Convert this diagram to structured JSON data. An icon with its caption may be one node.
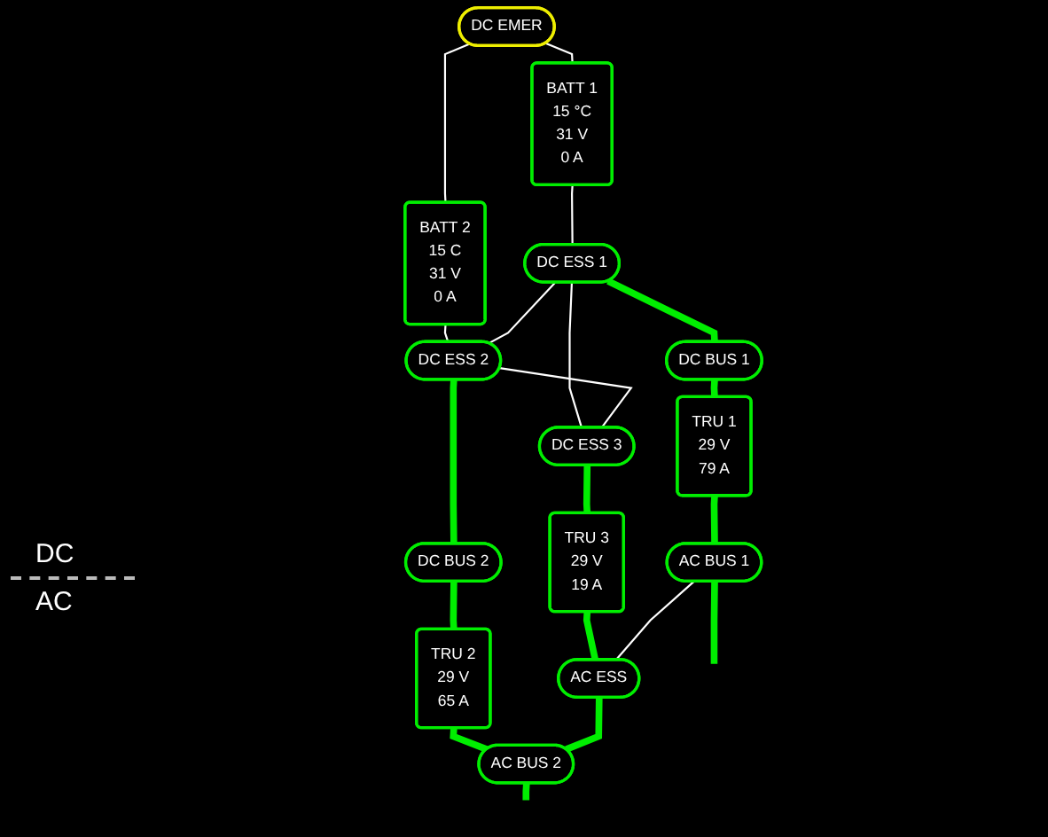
{
  "diagram": {
    "nodes": [
      {
        "text": [
          "BATT 1",
          "15 °C",
          "31 V",
          "0 A"
        ]
      },
      {
        "text": [
          "DC EMER"
        ]
      },
      {
        "text": [
          "BATT 2",
          "15 C",
          "31 V",
          "0 A"
        ]
      },
      {
        "text": [
          "DC ESS 1"
        ]
      },
      {
        "text": [
          "DC ESS 2"
        ]
      },
      {
        "text": [
          "DC ESS 3"
        ]
      },
      {
        "text": [
          "DC BUS 1"
        ]
      },
      {
        "text": [
          "DC BUS 2"
        ]
      },
      {
        "text": [
          "TRU 1",
          "29 V",
          "79 A"
        ]
      },
      {
        "text": [
          "TRU 3",
          "29 V",
          "19 A"
        ]
      },
      {
        "text": [
          "TRU 2",
          "29 V",
          "65 A"
        ]
      },
      {
        "text": [
          "AC BUS 1"
        ]
      },
      {
        "text": [
          "AC ESS"
        ]
      },
      {
        "text": [
          "AC BUS 2"
        ]
      }
    ],
    "edges": [
      {
        "from": 1,
        "to": 0,
        "arrow": "none",
        "color": "#ffffff"
      },
      {
        "from": 1,
        "to": 2,
        "arrow": "none",
        "color": "#ffffff"
      },
      {
        "from": 0,
        "to": 3,
        "arrow": "none",
        "color": "#ffffff"
      },
      {
        "from": 2,
        "to": 4,
        "arrow": "none",
        "color": "#ffffff"
      },
      {
        "from": 3,
        "to": 4,
        "arrow": "none",
        "color": "#ffffff"
      },
      {
        "from": 3,
        "to": 5,
        "arrow": "none",
        "color": "#ffffff"
      },
      {
        "from": 4,
        "to": 5,
        "arrow": "none",
        "color": "#ffffff"
      },
      {
        "from": 3,
        "to": 6,
        "arrow": "none"
      },
      {
        "from": 5,
        "to": 9,
        "arrow": "none"
      },
      {
        "from": 4,
        "to": 7,
        "arrow": "none"
      },
      {
        "from": 6,
        "to": 8,
        "arrow": "none"
      },
      {
        "from": 7,
        "to": 10,
        "arrow": "none"
      },
      {
        "from": 8,
        "to": 11,
        "arrow": "none"
      },
      {
        "from": 9,
        "to": 12,
        "arrow": "none"
      },
      {
        "from": 10,
        "to": 13,
        "arrow": "none"
      },
      {
        "from": 11,
        "to": 12,
        "arrow": "none",
        "color": "#ffffff"
      },
      {
        "from": 12,
        "to": 13,
        "arrow": "none"
      },
      {
        "from": 11,
        "to": null,
        "arrow": "none"
      },
      {
        "from": 13,
        "to": null,
        "arrow": "none"
      }
    ],
    "labels": [
      "DC",
      "AC"
    ]
  }
}
